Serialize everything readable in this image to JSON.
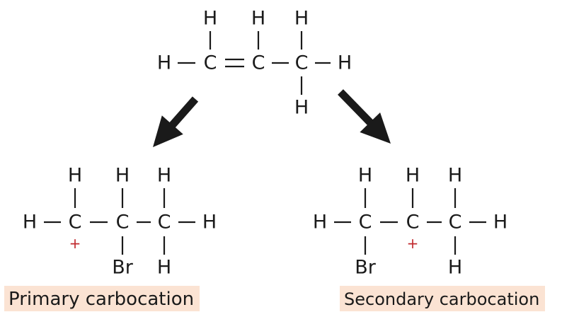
{
  "colors": {
    "ink": "#1a1a1a",
    "charge": "#c0282d",
    "caption_bg": "#fbe3d3",
    "arrow": "#1a1a1a"
  },
  "atoms": {
    "h": "H",
    "c": "C",
    "br": "Br",
    "charge": "+"
  },
  "captions": {
    "primary": "Primary carbocation",
    "secondary": "Secondary carbocation"
  }
}
